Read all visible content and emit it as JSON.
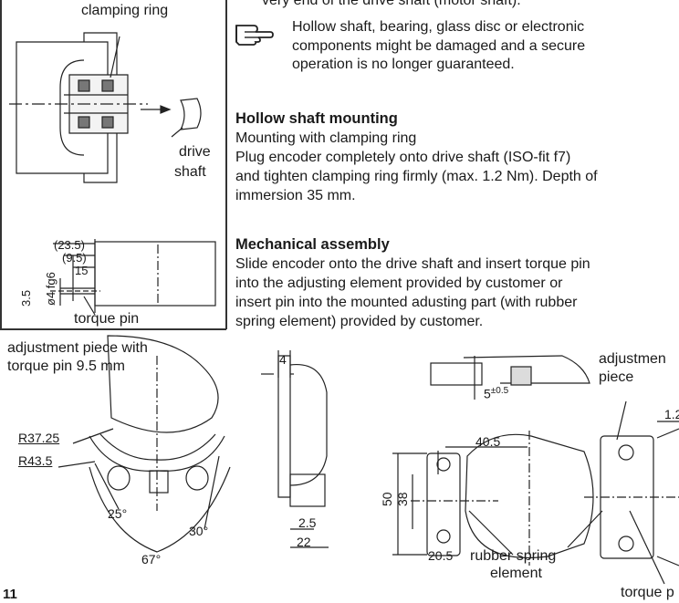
{
  "top_fragment": "very end of the drive shaft (motor shaft).",
  "note": {
    "lines": [
      "Hollow shaft, bearing, glass disc or electronic",
      "components might be damaged and a secure",
      "operation is no longer guaranteed."
    ]
  },
  "hollow_shaft": {
    "heading": "Hollow shaft mounting",
    "lines": [
      "Mounting with clamping ring",
      "Plug encoder completely onto drive shaft (ISO-fit f7)",
      "and tighten clamping ring firmly (max. 1.2 Nm). Depth of",
      "immersion 35 mm."
    ]
  },
  "mechanical": {
    "heading": "Mechanical assembly",
    "lines": [
      "Slide encoder onto the drive shaft and insert torque pin",
      "into the adjusting element provided by customer or",
      "insert pin into the mounted adusting part (with rubber",
      "spring element) provided by customer."
    ]
  },
  "fig1": {
    "clamping_ring": "clamping ring",
    "drive": "drive",
    "shaft": "shaft"
  },
  "fig2": {
    "d1": "(23.5)",
    "d2": "(9.5)",
    "d3": "15",
    "d4": "ø4 fg6",
    "d5": "3.5",
    "torque_pin": "torque pin"
  },
  "fig3": {
    "cap1": "adjustment piece with",
    "cap2": "torque pin 9.5 mm",
    "r1": "R37.25",
    "r2": "R43.5",
    "a1": "25°",
    "a2": "30°",
    "a3": "67°"
  },
  "fig4": {
    "d1": "4",
    "d2": "2.5",
    "d3": "22"
  },
  "fig5": {
    "d1": "5",
    "d1_tol": "±0.5",
    "d2": "40.5",
    "d3": "50",
    "d4": "38",
    "d5": "20.5",
    "rubber1": "rubber spring",
    "rubber2": "element"
  },
  "fig6": {
    "adj1": "adjustmen",
    "adj2": "piece",
    "d1": "1.2",
    "torque": "torque p"
  },
  "page_number": "11",
  "icons": {
    "note": "pointing-hand-icon"
  }
}
